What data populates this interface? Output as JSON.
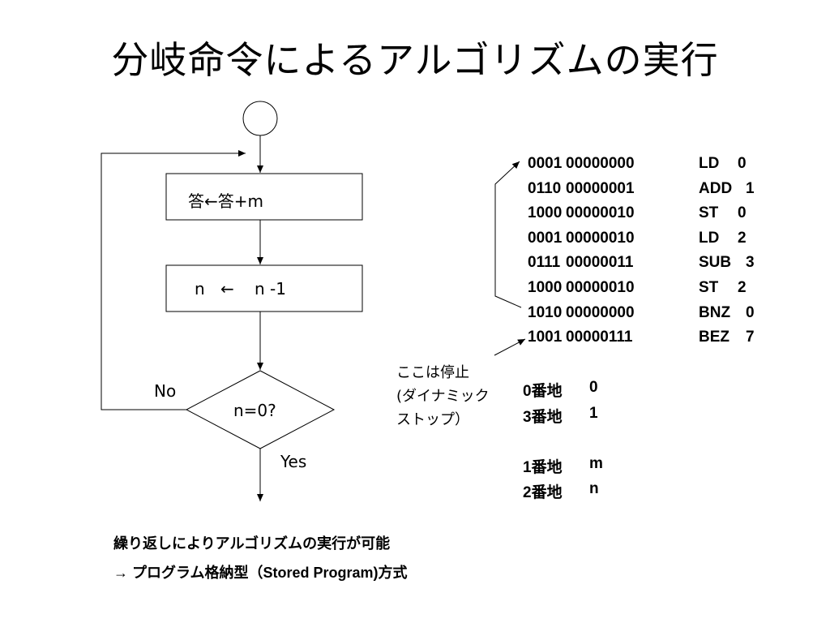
{
  "title": "分岐命令によるアルゴリズムの実行",
  "flowchart": {
    "box1": "答←答+m",
    "box2_left": "n",
    "box2_arrow": "←",
    "box2_right": "n -1",
    "decision": "n=0?",
    "no_label": "No",
    "yes_label": "Yes"
  },
  "program": [
    {
      "addr": "0001",
      "operand": "00000000",
      "mnemonic": "LD",
      "arg": "0"
    },
    {
      "addr": "0110",
      "operand": "00000001",
      "mnemonic": "ADD",
      "arg": "1"
    },
    {
      "addr": "1000",
      "operand": "00000010",
      "mnemonic": "ST",
      "arg": "0"
    },
    {
      "addr": "0001",
      "operand": "00000010",
      "mnemonic": "LD",
      "arg": "2"
    },
    {
      "addr": "0111",
      "operand": "00000011",
      "mnemonic": "SUB",
      "arg": "3"
    },
    {
      "addr": "1000",
      "operand": "00000010",
      "mnemonic": "ST",
      "arg": "2"
    },
    {
      "addr": "1010",
      "operand": "00000000",
      "mnemonic": "BNZ",
      "arg": "0"
    },
    {
      "addr": "1001",
      "operand": "00000111",
      "mnemonic": "BEZ",
      "arg": "7"
    }
  ],
  "stop_note": [
    "ここは停止",
    "(ダイナミック",
    "ストップ）"
  ],
  "memory": [
    {
      "label": "0番地",
      "value": "0"
    },
    {
      "label": "3番地",
      "value": "1"
    },
    {
      "label": "1番地",
      "value": "m"
    },
    {
      "label": "2番地",
      "value": "n"
    }
  ],
  "footer": [
    "繰り返しによりアルゴリズムの実行が可能",
    "→  プログラム格納型（Stored Program)方式"
  ]
}
